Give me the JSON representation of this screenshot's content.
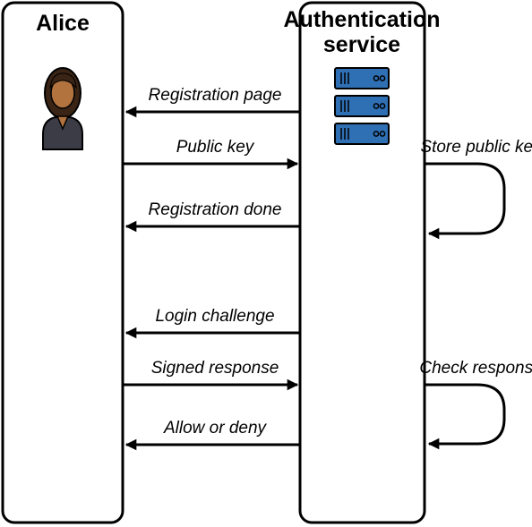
{
  "participants": {
    "alice": {
      "name": "Alice",
      "icon": "person-icon"
    },
    "auth": {
      "name_line1": "Authentication",
      "name_line2": "service",
      "icon": "server-rack-icon"
    }
  },
  "messages": [
    {
      "label": "Registration page",
      "direction": "auth-to-alice"
    },
    {
      "label": "Public key",
      "direction": "alice-to-auth"
    },
    {
      "label": "Registration done",
      "direction": "auth-to-alice"
    },
    {
      "label": "Login challenge",
      "direction": "auth-to-alice"
    },
    {
      "label": "Signed response",
      "direction": "alice-to-auth"
    },
    {
      "label": "Allow or deny",
      "direction": "auth-to-alice"
    }
  ],
  "self_actions": [
    {
      "label": "Store public key"
    },
    {
      "label": "Check response"
    }
  ],
  "colors": {
    "server_blue": "#2f6fb4",
    "person_skin": "#b3733f",
    "person_hair": "#3a2415",
    "person_shirt": "#3c3c46",
    "stroke": "#000000"
  }
}
